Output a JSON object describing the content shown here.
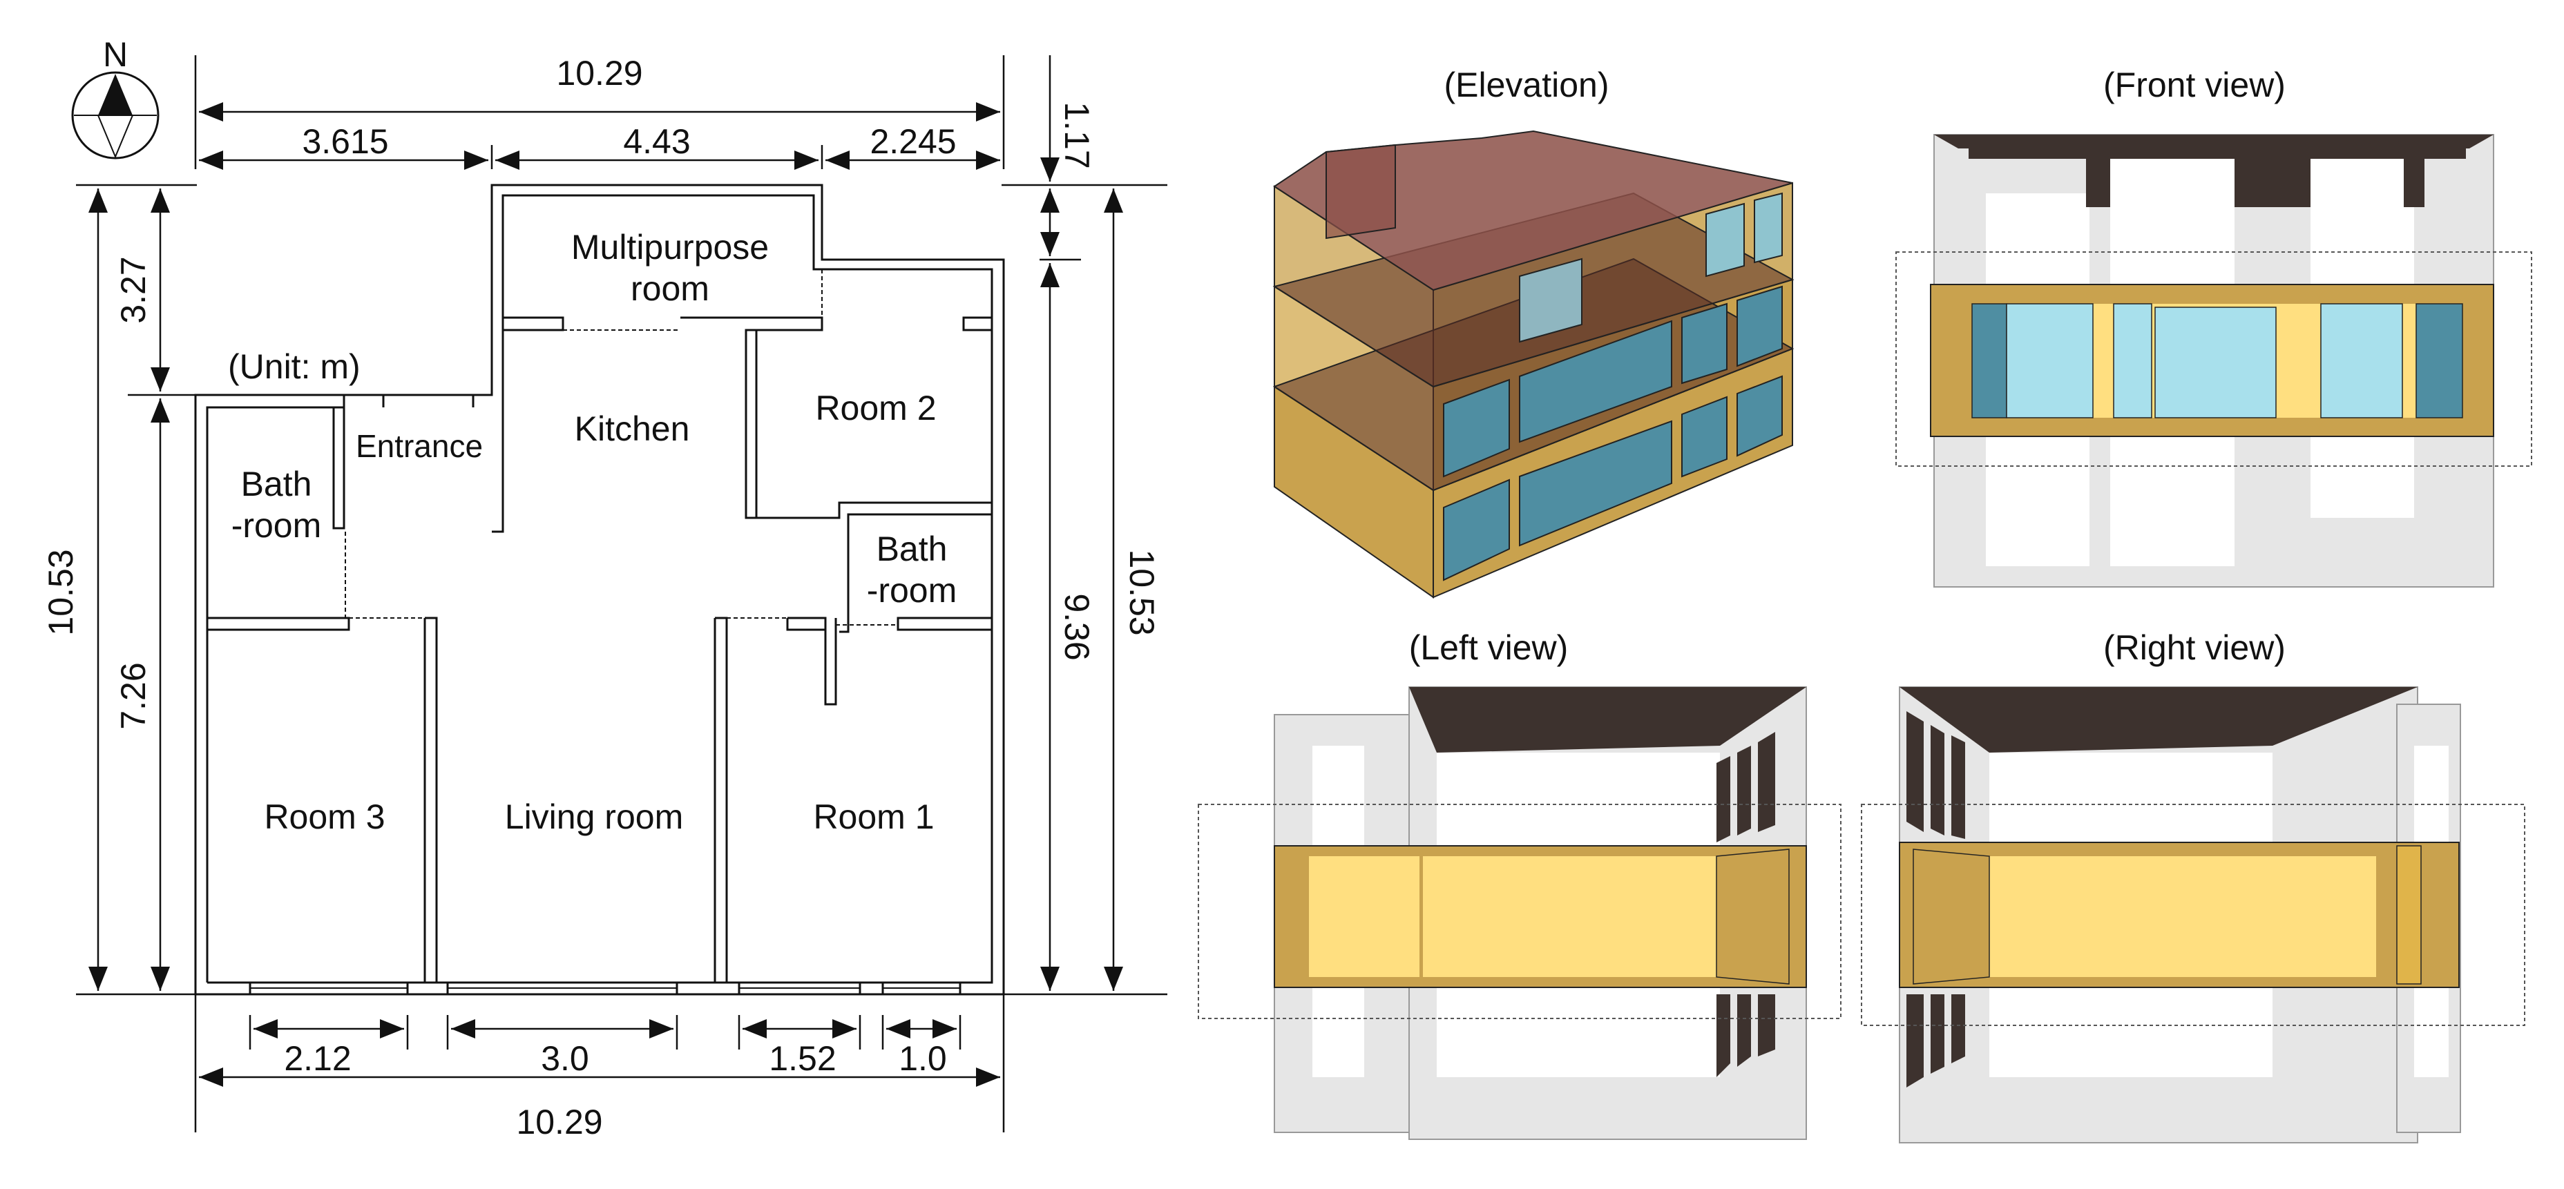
{
  "floor_plan": {
    "compass_label": "N",
    "unit_label": "(Unit: m)",
    "top_total": "10.29",
    "top_segments": [
      "3.615",
      "4.43",
      "2.245"
    ],
    "left_outer": "10.53",
    "left_segments": [
      "3.27",
      "7.26"
    ],
    "right_top": "1.17",
    "right_inner": "9.36",
    "right_outer": "10.53",
    "bottom_segments": [
      "2.12",
      "3.0",
      "1.52",
      "1.0"
    ],
    "bottom_total": "10.29",
    "rooms": {
      "multipurpose_line1": "Multipurpose",
      "multipurpose_line2": "room",
      "entrance": "Entrance",
      "kitchen": "Kitchen",
      "room2": "Room 2",
      "bath_left_line1": "Bath",
      "bath_left_line2": "-room",
      "bath_right_line1": "Bath",
      "bath_right_line2": "-room",
      "room3": "Room 3",
      "living": "Living room",
      "room1": "Room 1"
    }
  },
  "views": {
    "elevation": "(Elevation)",
    "front": "(Front view)",
    "left": "(Left view)",
    "right": "(Right view)"
  },
  "colors": {
    "wall_gold": "#c9a24e",
    "floor_yellow": "#ffdf80",
    "glass_blue": "#a8e0ec",
    "glass_dark": "#4a8ea0",
    "roof_brown": "#3d322e",
    "transparent_gray": "#e6e6e6"
  }
}
